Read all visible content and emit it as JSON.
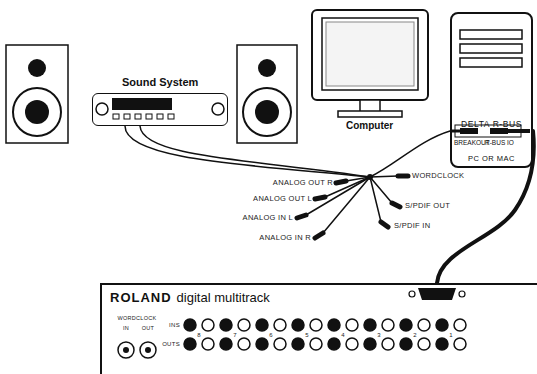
{
  "diagram": {
    "nodes": [
      {
        "text": [
          "Sound System"
        ]
      },
      {
        "text": [
          "Computer"
        ]
      },
      {
        "text": [
          "DELTA R-BUS",
          "BREAKOUT",
          "R-BUS IO",
          "PC OR MAC"
        ]
      },
      {
        "text": [
          "ROLAND",
          "digital multitrack"
        ]
      }
    ],
    "edges": [
      {
        "from": 2,
        "to": 0,
        "arrow": "none"
      },
      {
        "from": 2,
        "to": 3,
        "arrow": "none"
      }
    ],
    "labels": [
      "ANALOG OUT R",
      "ANALOG OUT L",
      "ANALOG IN L",
      "ANALOG IN R",
      "WORDCLOCK",
      "S/PDIF OUT",
      "S/PDIF IN",
      "WORDCLOCK",
      "IN",
      "OUT",
      "INS",
      "OUTS",
      "8",
      "7",
      "6",
      "5",
      "4",
      "3",
      "2",
      "1"
    ]
  }
}
